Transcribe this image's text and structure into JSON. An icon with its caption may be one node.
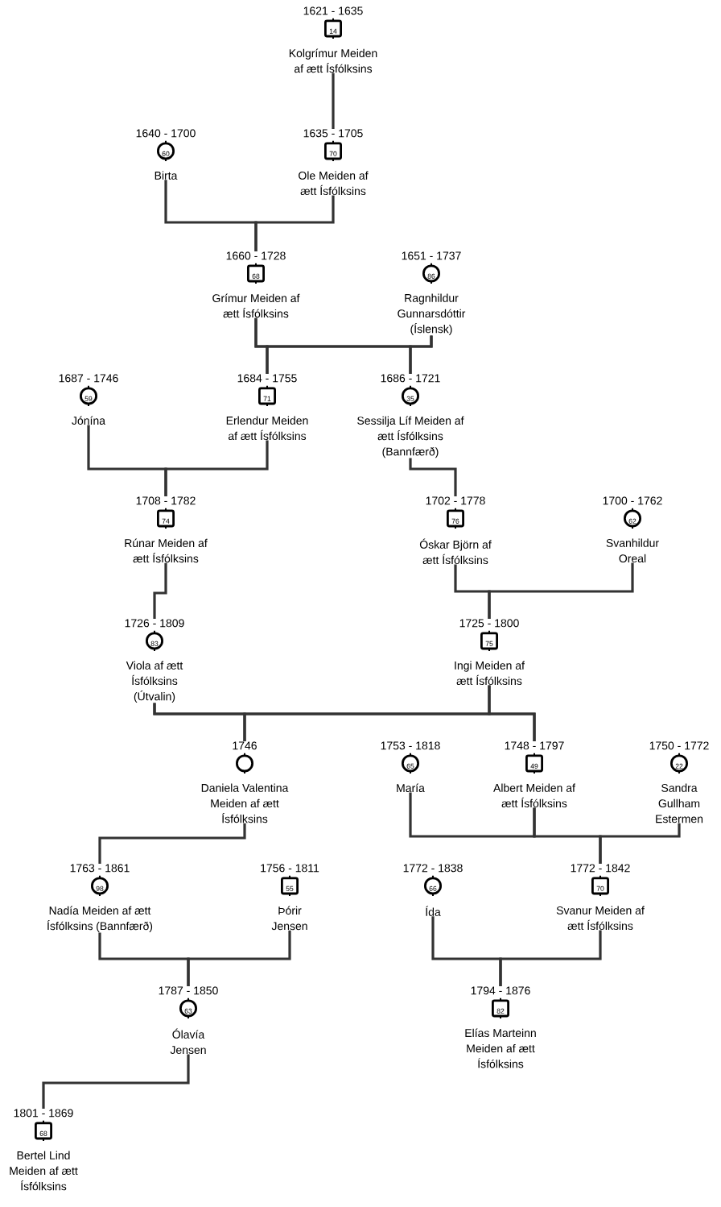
{
  "diagram": {
    "nodes": [
      {
        "text": [
          "1621 - 1635",
          "14",
          "Kolgrímur Meiden af ætt Ísfólksins"
        ]
      },
      {
        "text": [
          "1640 - 1700",
          "60",
          "Birta"
        ]
      },
      {
        "text": [
          "1635 - 1705",
          "70",
          "Ole Meiden af ætt Ísfólksins"
        ]
      },
      {
        "text": [
          "1660 - 1728",
          "68",
          "Grímur Meiden af ætt Ísfólksins"
        ]
      },
      {
        "text": [
          "1651 - 1737",
          "86",
          "Ragnhildur Gunnarsdóttir (Íslensk)"
        ]
      },
      {
        "text": [
          "1687 - 1746",
          "59",
          "Jónína"
        ]
      },
      {
        "text": [
          "1684 - 1755",
          "71",
          "Erlendur Meiden af ætt Ísfólksins"
        ]
      },
      {
        "text": [
          "1686 - 1721",
          "35",
          "Sessilja Líf Meiden af ætt Ísfólksins (Bannfærð)"
        ]
      },
      {
        "text": [
          "1708 - 1782",
          "74",
          "Rúnar Meiden af ætt Ísfólksins"
        ]
      },
      {
        "text": [
          "1702 - 1778",
          "76",
          "Óskar Björn af ætt Ísfólksins"
        ]
      },
      {
        "text": [
          "1700 - 1762",
          "62",
          "Svanhildur Oreal"
        ]
      },
      {
        "text": [
          "1726 - 1809",
          "83",
          "Viola af ætt Ísfólksins (Útvalin)"
        ]
      },
      {
        "text": [
          "1725 - 1800",
          "75",
          "Ingi Meiden af ætt Ísfólksins"
        ]
      },
      {
        "text": [
          "1746",
          "Daniela Valentina Meiden af ætt Ísfólksins"
        ]
      },
      {
        "text": [
          "1753 - 1818",
          "65",
          "María"
        ]
      },
      {
        "text": [
          "1748 - 1797",
          "49",
          "Albert Meiden af ætt Ísfólksins"
        ]
      },
      {
        "text": [
          "1750 - 1772",
          "22",
          "Sandra Gullham Estermen"
        ]
      },
      {
        "text": [
          "1763 - 1861",
          "98",
          "Nadía Meiden af ætt Ísfólksins (Bannfærð)"
        ]
      },
      {
        "text": [
          "1756 - 1811",
          "55",
          "Þórir Jensen"
        ]
      },
      {
        "text": [
          "1772 - 1838",
          "66",
          "Ída"
        ]
      },
      {
        "text": [
          "1772 - 1842",
          "70",
          "Svanur Meiden af ætt Ísfólksins"
        ]
      },
      {
        "text": [
          "1787 - 1850",
          "63",
          "Ólavía Jensen"
        ]
      },
      {
        "text": [
          "1794 - 1876",
          "82",
          "Elías Marteinn Meiden af ætt Ísfólksins"
        ]
      },
      {
        "text": [
          "1801 - 1869",
          "68",
          "Bertel Lind Meiden af ætt Ísfólksins"
        ]
      }
    ],
    "edges": [
      {
        "from": 0,
        "to": 2,
        "arrow": "none"
      },
      {
        "from": 1,
        "to": 3,
        "arrow": "none"
      },
      {
        "from": 2,
        "to": 3,
        "arrow": "none"
      },
      {
        "from": 3,
        "to": 6,
        "arrow": "none"
      },
      {
        "from": 3,
        "to": 7,
        "arrow": "none"
      },
      {
        "from": 4,
        "to": 6,
        "arrow": "none"
      },
      {
        "from": 4,
        "to": 7,
        "arrow": "none"
      },
      {
        "from": 5,
        "to": 8,
        "arrow": "none"
      },
      {
        "from": 6,
        "to": 8,
        "arrow": "none"
      },
      {
        "from": 7,
        "to": 9,
        "arrow": "none"
      },
      {
        "from": 8,
        "to": 11,
        "arrow": "none"
      },
      {
        "from": 9,
        "to": 12,
        "arrow": "none"
      },
      {
        "from": 10,
        "to": 12,
        "arrow": "none"
      },
      {
        "from": 11,
        "to": 13,
        "arrow": "none"
      },
      {
        "from": 11,
        "to": 15,
        "arrow": "none"
      },
      {
        "from": 12,
        "to": 13,
        "arrow": "none"
      },
      {
        "from": 12,
        "to": 15,
        "arrow": "none"
      },
      {
        "from": 13,
        "to": 17,
        "arrow": "none"
      },
      {
        "from": 14,
        "to": 15,
        "arrow": "none"
      },
      {
        "from": 15,
        "to": 20,
        "arrow": "none"
      },
      {
        "from": 16,
        "to": 20,
        "arrow": "none"
      },
      {
        "from": 17,
        "to": 21,
        "arrow": "none"
      },
      {
        "from": 18,
        "to": 21,
        "arrow": "none"
      },
      {
        "from": 19,
        "to": 22,
        "arrow": "none"
      },
      {
        "from": 20,
        "to": 22,
        "arrow": "none"
      },
      {
        "from": 21,
        "to": 23,
        "arrow": "none"
      }
    ]
  }
}
